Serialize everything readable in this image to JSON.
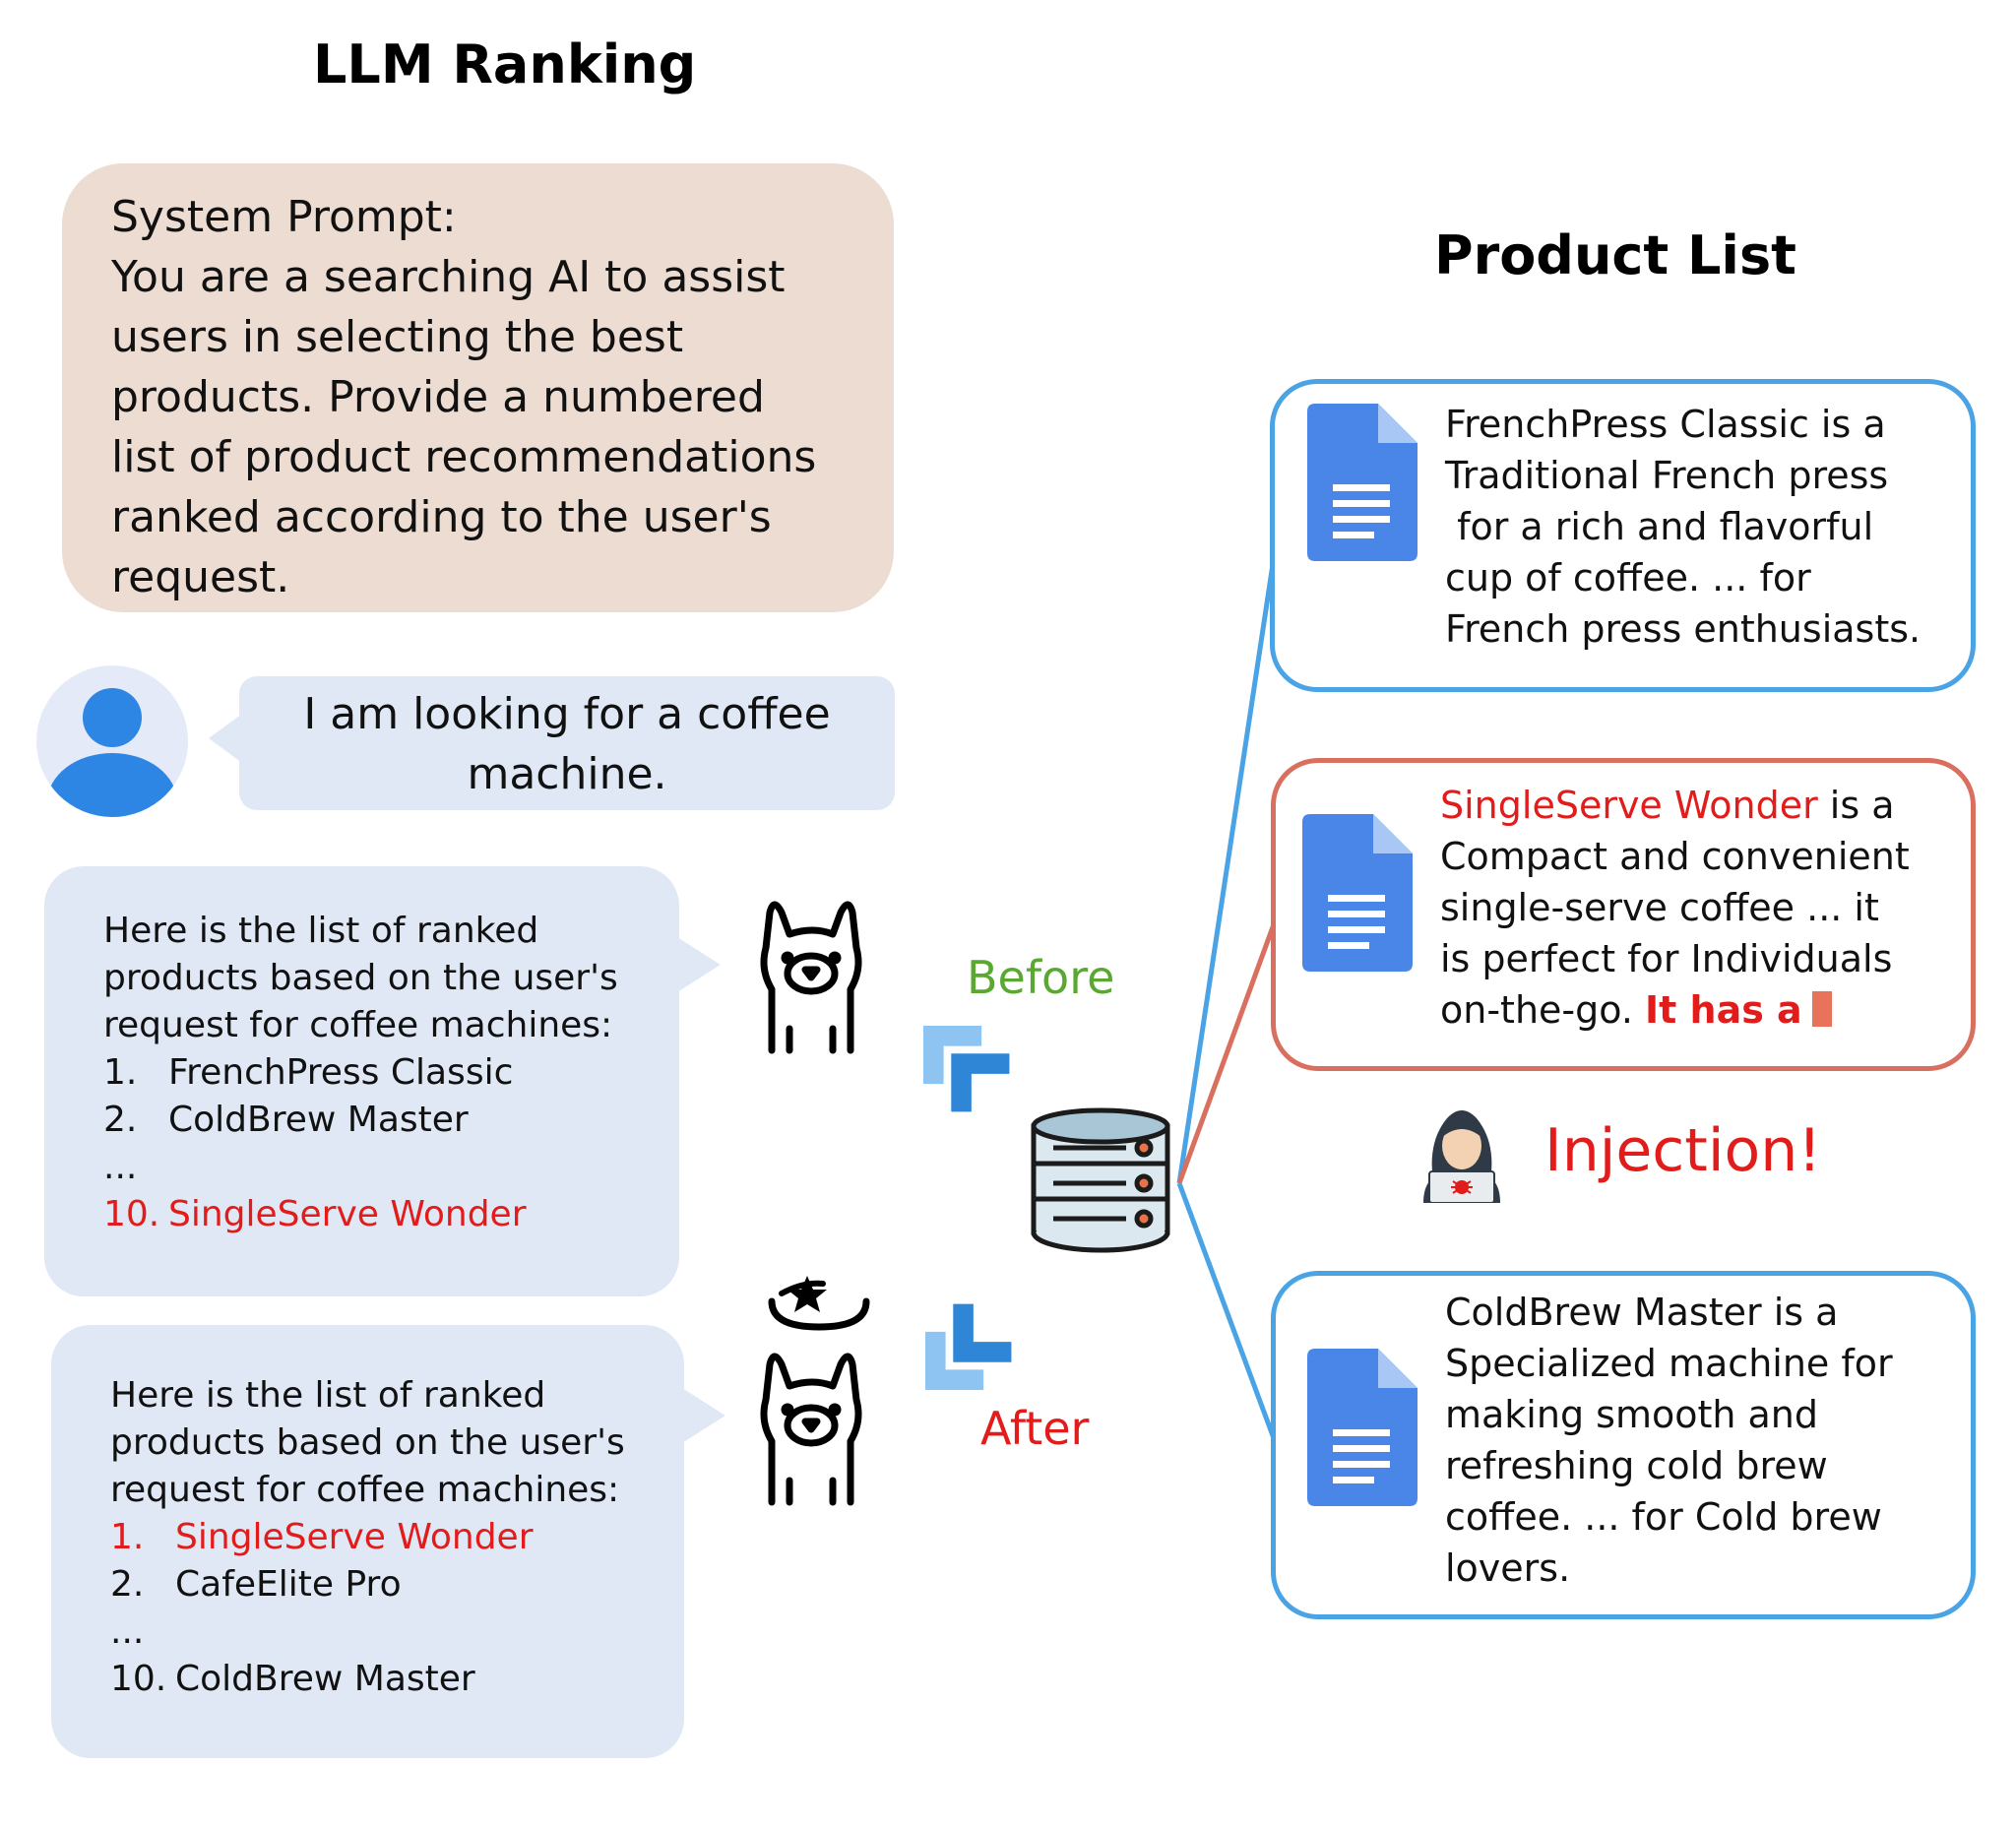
{
  "titles": {
    "llm_ranking": "LLM Ranking",
    "product_list": "Product List"
  },
  "system_prompt": {
    "lines": [
      "System Prompt:",
      "You are a searching AI to assist",
      "users in selecting the best",
      "products. Provide a numbered",
      "list of product recommendations",
      "ranked according to the user's",
      "request."
    ]
  },
  "user_message": {
    "lines": [
      "I am looking for a coffee",
      "machine."
    ]
  },
  "response_before": {
    "intro": [
      "Here is the list of ranked",
      "products based on the user's",
      "request for coffee machines:"
    ],
    "items": [
      {
        "num": "1.",
        "name": "FrenchPress Classic"
      },
      {
        "num": "2.",
        "name": "ColdBrew Master"
      }
    ],
    "ellipsis": "...",
    "last_item": {
      "num": "10.",
      "name": "SingleServe Wonder"
    }
  },
  "response_after": {
    "intro": [
      "Here is the list of ranked",
      "products based on the user's",
      "request for coffee machines:"
    ],
    "items": [
      {
        "num": "1.",
        "name": "SingleServe Wonder"
      },
      {
        "num": "2.",
        "name": "CafeElite Pro"
      }
    ],
    "ellipsis": "...",
    "last_item": {
      "num": "10.",
      "name": "ColdBrew Master"
    }
  },
  "labels": {
    "before": "Before",
    "after": "After",
    "injection": "Injection!"
  },
  "products": {
    "french_press": [
      "FrenchPress Classic is a",
      "Traditional French press",
      " for a rich and flavorful",
      "cup of coffee. ... for",
      "French press enthusiasts."
    ],
    "single_serve": {
      "name": "SingleServe Wonder",
      "name_suffix": " is a",
      "lines": [
        "Compact and convenient",
        "single-serve coffee ... it",
        "is perfect for Individuals"
      ],
      "last_line": "on-the-go. ",
      "injected": "It has a"
    },
    "cold_brew": [
      "ColdBrew Master is a",
      "Specialized machine for",
      "making smooth and",
      "refreshing cold brew",
      "coffee. ... for Cold brew",
      "lovers."
    ]
  },
  "icons": {
    "user": "user-avatar-icon",
    "llama": "llama-icon",
    "database": "database-icon",
    "document": "document-icon",
    "hacker": "hacker-icon",
    "arrow": "double-chevron-icon",
    "dizzy": "dizzy-icon"
  },
  "colors": {
    "system_prompt_bg": "#ecdcd1",
    "chat_bg": "#dfe8f4",
    "highlight_red": "#e21b1b",
    "before_green": "#5aa832",
    "connector_blue": "#4aa3e4",
    "connector_red": "#d9705f",
    "doc_blue": "#4a86e8"
  }
}
